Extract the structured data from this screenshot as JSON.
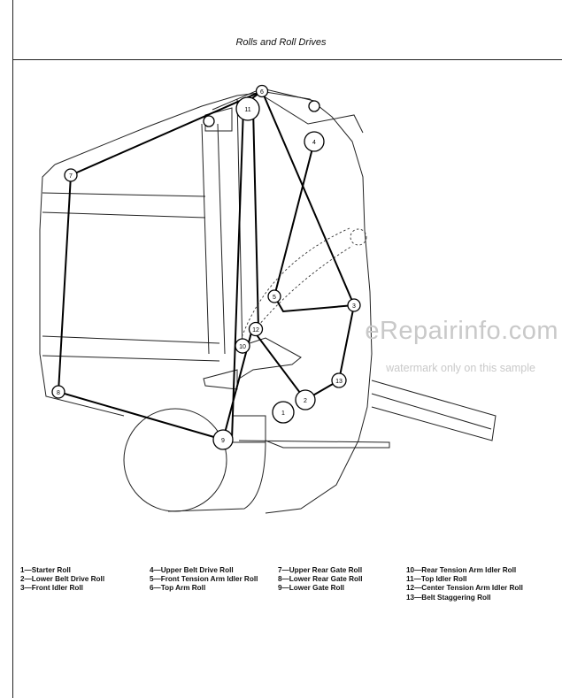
{
  "header": {
    "title": "Rolls and Roll Drives"
  },
  "watermark": {
    "main": "eRepairinfo.com",
    "sub": "watermark only on this sample"
  },
  "diagram": {
    "roll_numbers": [
      "1",
      "2",
      "3",
      "4",
      "5",
      "6",
      "7",
      "8",
      "9",
      "10",
      "11",
      "12",
      "13"
    ]
  },
  "legend": {
    "col1": [
      "1—Starter Roll",
      "2—Lower Belt Drive Roll",
      "3—Front Idler Roll"
    ],
    "col2": [
      "4—Upper Belt Drive Roll",
      "5—Front Tension Arm Idler Roll",
      "6—Top Arm Roll"
    ],
    "col3": [
      "7—Upper Rear Gate Roll",
      "8—Lower Rear Gate Roll",
      "9—Lower Gate Roll"
    ],
    "col4": [
      "10—Rear Tension Arm Idler Roll",
      "11—Top Idler Roll",
      "12—Center Tension Arm Idler Roll",
      "13—Belt Staggering Roll"
    ]
  }
}
